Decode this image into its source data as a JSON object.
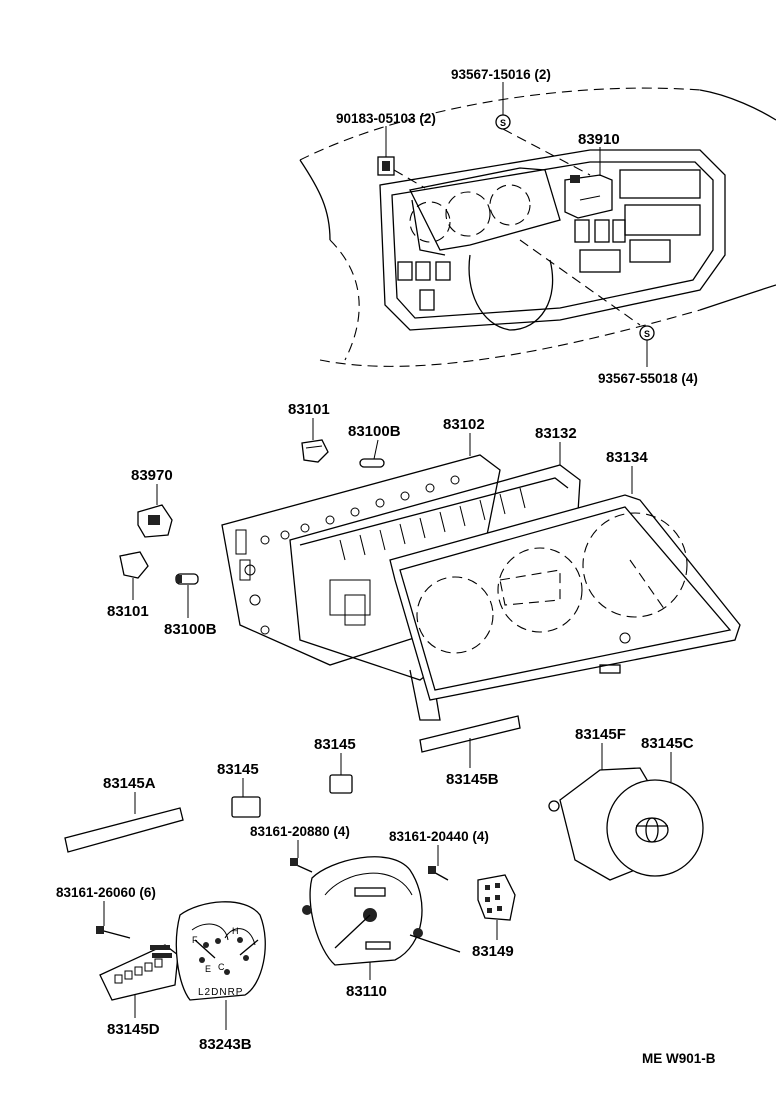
{
  "drawing_code": "ME W901-B",
  "parts": {
    "p93567_15016": "93567-15016 (2)",
    "p90183_05103": "90183-05103 (2)",
    "p83910": "83910",
    "p93567_55018": "93567-55018 (4)",
    "p83101_top": "83101",
    "p83100B_top": "83100B",
    "p83102": "83102",
    "p83132": "83132",
    "p83134": "83134",
    "p83970": "83970",
    "p83101_bottom": "83101",
    "p83100B_bottom": "83100B",
    "p83145_a": "83145",
    "p83145B": "83145B",
    "p83145F": "83145F",
    "p83145C": "83145C",
    "p83145A": "83145A",
    "p83145_b": "83145",
    "p83161_20880": "83161-20880 (4)",
    "p83161_20440": "83161-20440 (4)",
    "p83161_26060": "83161-26060 (6)",
    "p83149": "83149",
    "p83110": "83110",
    "p83145D": "83145D",
    "p83243B": "83243B"
  },
  "gauge_marks": {
    "fuel_full": "F",
    "fuel_empty": "E",
    "temp_hot": "H",
    "temp_cold": "C",
    "shift_indicator": "L2DNRP",
    "screw_symbol": "S"
  }
}
